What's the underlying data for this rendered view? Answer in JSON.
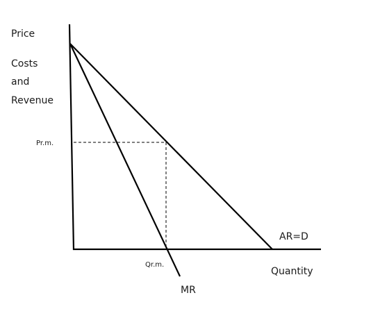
{
  "axes": {
    "y_label_lines": [
      "Price",
      "Costs",
      "and",
      "Revenue"
    ],
    "x_label": "Quantity"
  },
  "curves": {
    "demand_label": "AR=D",
    "marginal_revenue_label": "MR"
  },
  "equilibrium": {
    "price_label": "Pr.m.",
    "quantity_label": "Qr.m."
  }
}
